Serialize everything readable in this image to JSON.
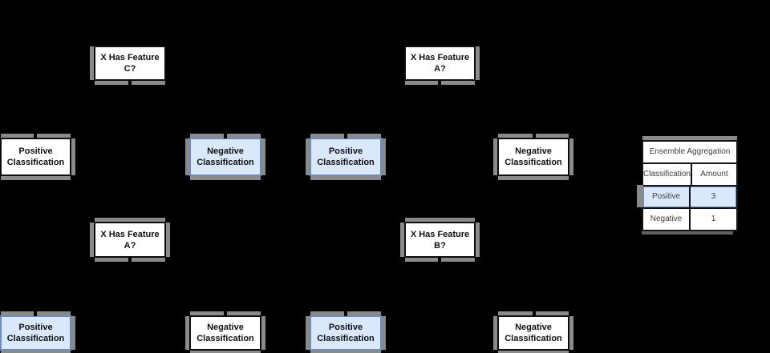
{
  "diagram": {
    "background": "#000000",
    "colors": {
      "node_fill": "#ffffff",
      "node_border": "#0d0d0d",
      "highlight_fill": "#dae8fc",
      "highlight_border": "#6c8ebf",
      "shadow": "#8a8a8a",
      "text": "#111111"
    },
    "trees": [
      {
        "root": {
          "label": "X Has Feature C?"
        },
        "leaves": [
          {
            "label": "Positive Classification",
            "highlighted": false
          },
          {
            "label": "Negative Classification",
            "highlighted": true
          }
        ]
      },
      {
        "root": {
          "label": "X Has Feature A?"
        },
        "leaves": [
          {
            "label": "Positive Classification",
            "highlighted": true
          },
          {
            "label": "Negative Classification",
            "highlighted": false
          }
        ]
      },
      {
        "root": {
          "label": "X Has Feature A?"
        },
        "leaves": [
          {
            "label": "Positive Classification",
            "highlighted": true
          },
          {
            "label": "Negative Classification",
            "highlighted": false
          }
        ]
      },
      {
        "root": {
          "label": "X Has Feature B?"
        },
        "leaves": [
          {
            "label": "Positive Classification",
            "highlighted": true
          },
          {
            "label": "Negative Classification",
            "highlighted": false
          }
        ]
      }
    ]
  },
  "table": {
    "title": "Ensemble Aggregation",
    "columns": [
      "Classification",
      "Amount"
    ],
    "rows": [
      {
        "classification": "Positive",
        "amount": "3",
        "highlighted": true
      },
      {
        "classification": "Negative",
        "amount": "1",
        "highlighted": false
      }
    ]
  }
}
